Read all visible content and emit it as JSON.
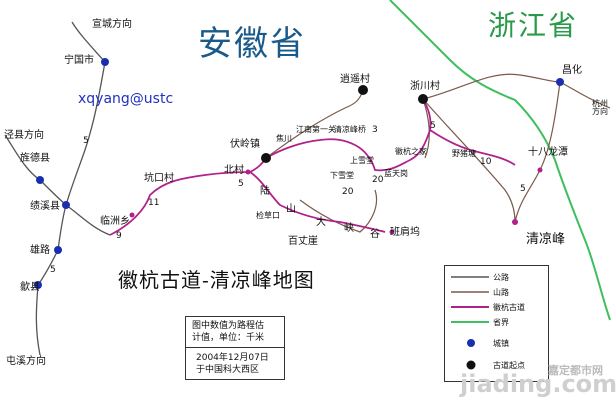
{
  "map": {
    "regions": {
      "anhui": "安徽省",
      "zhejiang": "浙江省"
    },
    "title": "徽杭古道-清凉峰地图",
    "credit": "xqyang@ustc",
    "note": {
      "line1": "图中数值为路程估",
      "line2": "计值，单位：千米",
      "line3": "2004年12月07日",
      "line4": "于中国科大西区"
    },
    "legend": {
      "highway": "公路",
      "mountain_road": "山路",
      "ancient_road": "徽杭古道",
      "province_border": "省界",
      "town": "城镇",
      "start_point": "古道起点"
    },
    "places": {
      "xuancheng": "宣城方向",
      "ningguo": "宁国市",
      "jingxian": "泾县方向",
      "jingde": "旌德县",
      "jixi": "绩溪县",
      "xionglu": "雄路",
      "shexian": "歙县",
      "tunxi": "屯溪方向",
      "linzhou": "临洲乡",
      "kengkou": "坑口村",
      "beicun": "北村",
      "fuling": "伏岭镇",
      "jianchuan": "焦川",
      "jiangnan": "江南第一关",
      "qingliangqiao": "清凉峰桥",
      "xiaoyao": "逍遥村",
      "zhechuan": "浙川村",
      "jianshan": "检草口",
      "baizhang": "百丈崖",
      "banjianwu": "班肩坞",
      "shangxueguan": "上雪堂",
      "xiaxueguan": "下雪堂",
      "huihang": "徽杭之家",
      "lantiangang": "蓝天岗",
      "yezhutang": "野猪塘",
      "shibalong": "十八龙潭",
      "qingliangfeng": "清凉峰",
      "changhua": "昌化",
      "hangzhou": "杭州方向",
      "road_chars": {
        "lu": "陆",
        "shan": "山",
        "da": "大",
        "xia": "峡",
        "gu": "谷"
      }
    },
    "distances": {
      "d5a": "5",
      "d5b": "5",
      "d9": "9",
      "d11": "11",
      "d5c": "5",
      "d3": "3",
      "d5d": "5",
      "d20a": "20",
      "d20b": "20",
      "d10": "10",
      "d5e": "5"
    },
    "watermark": {
      "top": "嘉定都市网",
      "domain": "jiading.com"
    },
    "colors": {
      "ancient_road": "#b0218c",
      "mountain_road": "#7a5a4a",
      "highway": "#4a5a90",
      "border": "#3fbf5f",
      "town": "#1a2fb0",
      "start": "#111111",
      "region": "#1a5a8a",
      "zhejiang": "#2a9a4a",
      "credit": "#2030c0"
    }
  }
}
